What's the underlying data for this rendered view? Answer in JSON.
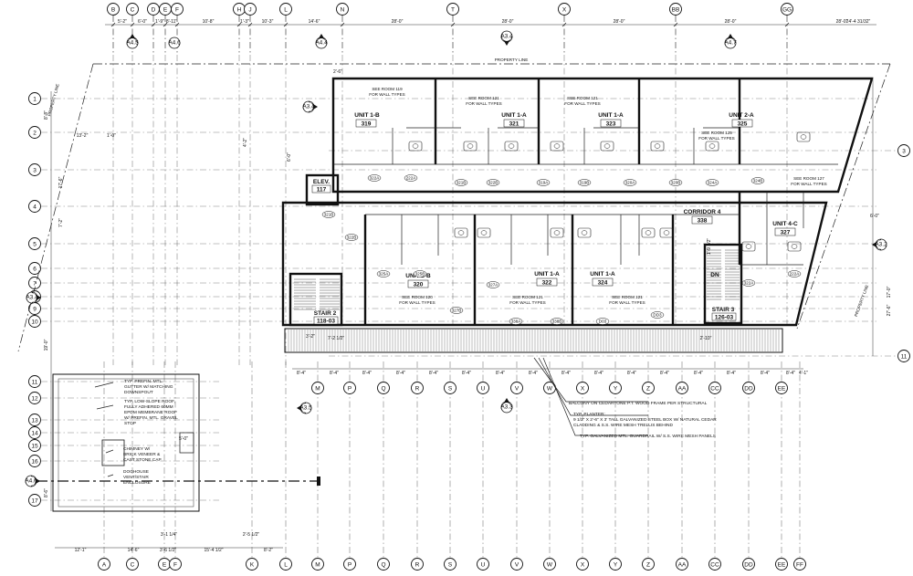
{
  "grid": {
    "top": [
      "B",
      "C",
      "D",
      "E",
      "F",
      "H",
      "J",
      "L",
      "N",
      "T",
      "X",
      "BB",
      "GG"
    ],
    "bottom": [
      "A",
      "C",
      "E",
      "F",
      "K",
      "L",
      "M",
      "P",
      "Q",
      "R",
      "S",
      "U",
      "V",
      "W",
      "X",
      "Y",
      "Z",
      "AA",
      "CC",
      "DD",
      "EE",
      "FF"
    ],
    "left": [
      "1",
      "2",
      "3",
      "4",
      "5",
      "6",
      "7",
      "8",
      "9",
      "10",
      "11",
      "12",
      "13",
      "14",
      "15",
      "16",
      "17"
    ],
    "right": [
      "3",
      "11"
    ]
  },
  "dims": {
    "top": [
      "5'-2\"",
      "6'-0\"",
      "1'-9\"",
      "8'-11\"",
      "10'-8\"",
      "1'-3\"",
      "10'-3\"",
      "14'-6\"",
      "28'-0\"",
      "28'-0\"",
      "28'-0\"",
      "28'-0\"",
      "28'-0\"",
      "24'-4 31/32\""
    ],
    "bottom_row": [
      "8'-4\"",
      "8'-4\"",
      "8'-4\"",
      "8'-4\"",
      "8'-4\"",
      "8'-4\"",
      "8'-4\"",
      "8'-4\"",
      "8'-4\"",
      "8'-4\"",
      "8'-4\"",
      "8'-4\"",
      "8'-4\"",
      "8'-4\"",
      "8'-4\"",
      "8'-4\"",
      "4'-1\""
    ],
    "bottom_left": [
      "12'-1\"",
      "14'-6\"",
      "3'-6 1/2\"",
      "15'-4 1/2\"",
      "8'-2\"",
      "3'-1 1/4\"",
      "2'-5 1/2\""
    ],
    "misc": [
      "8'-8\"",
      "2'-6\"",
      "13'-2\"",
      "1'-0\"",
      "17'-6\"",
      "7'-2\"",
      "6'-0\"",
      "19'-0\"",
      "17'-0\"",
      "27'-6\"",
      "1'-9 1/2\"",
      "4'-2\"",
      "6'-0\"",
      "3'-2\"",
      "7'-2 1/2\"",
      "2'-10\"",
      "5'-0\"",
      "8'-6\""
    ]
  },
  "sheet_refs": [
    "A4.5",
    "A3.4",
    "A4.4",
    "A3.5",
    "A3.3",
    "A3.1",
    "A4.6",
    "A3.2",
    "A4.7"
  ],
  "property_line": "PROPERTY LINE",
  "rooms": [
    {
      "unit": "UNIT 1-B",
      "num": "319",
      "note": [
        "SEE ROOM 119",
        "FOR WALL TYPES"
      ]
    },
    {
      "unit": "UNIT 1-A",
      "num": "321",
      "note": [
        "SEE ROOM 121",
        "FOR WALL TYPES"
      ]
    },
    {
      "unit": "UNIT 1-A",
      "num": "323",
      "note": [
        "SEE ROOM 121",
        "FOR WALL TYPES"
      ]
    },
    {
      "unit": "UNIT 2-A",
      "num": "325",
      "note": [
        "SEE ROOM 125",
        "FOR WALL TYPES"
      ]
    },
    {
      "unit": "UNIT 2-B",
      "num": "320",
      "note": [
        "SEE ROOM 120",
        "FOR WALL TYPES"
      ]
    },
    {
      "unit": "UNIT 1-A",
      "num": "322",
      "note": [
        "SEE ROOM 121",
        "FOR WALL TYPES"
      ]
    },
    {
      "unit": "UNIT 1-A",
      "num": "324",
      "note": [
        "SEE ROOM 121",
        "FOR WALL TYPES"
      ]
    },
    {
      "unit": "UNIT 4-C",
      "num": "327",
      "note": [
        "SEE ROOM 127",
        "FOR WALL TYPES"
      ]
    }
  ],
  "corridor": {
    "name": "CORRIDOR 4",
    "num": "338"
  },
  "elev": {
    "name": "ELEV.",
    "num": "117"
  },
  "stair2": {
    "name": "STAIR 2",
    "num": "118-03"
  },
  "stair3": {
    "name": "STAIR 3",
    "num": "126-03"
  },
  "dn": "DN",
  "callouts": [
    "BALCONY ON CEDARTONE P.T. WOOD FRAME PER STRUCTURAL",
    "TYP. PLANTER:",
    "9 1/2\" X 2'-6\" X 3' TALL GALVANIZED STEEL BOX W/ NATURAL CEDAR",
    "CLADDING & S.S. WIRE MESH TRELLIS BEHIND",
    "TYP. GALVANIZED MTL. GUARDRAIL W/ S.S. WIRE MESH PANELS"
  ],
  "roof_notes": [
    "TYP. PREFIN. MTL.",
    "GUTTER W/ MATCHING",
    "DOWNSPOUT",
    "TYP. LOW-SLOPE ROOF,",
    "FULLY ADHERED 60MM",
    "EPDM MEMBRANE ROOF",
    "W/ PREFIN. MTL. GRAVEL",
    "STOP",
    "CHIMNEY W/",
    "BRICK VENEER &",
    "CAST STONE CAP",
    "DOGHOUSE",
    "VENT/STAIR",
    "ENCLOSURE"
  ],
  "tags": [
    "322A",
    "222A",
    "321B",
    "322B",
    "319A",
    "319B",
    "320A",
    "320B",
    "324A",
    "324B",
    "325A",
    "325B",
    "327A",
    "327B",
    "338A",
    "338B",
    "D03",
    "DD3"
  ]
}
